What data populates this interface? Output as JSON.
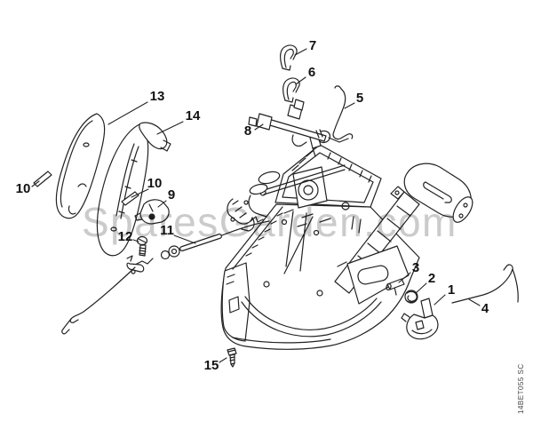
{
  "watermark": {
    "text": "SparesGarden.com",
    "color": "#cbcbcb"
  },
  "doc_code": "14BET055 SC",
  "colors": {
    "background": "#ffffff",
    "line": "#222222",
    "label": "#111111"
  },
  "callouts": [
    {
      "label": "7"
    },
    {
      "label": "6"
    },
    {
      "label": "5"
    },
    {
      "label": "8"
    },
    {
      "label": "13"
    },
    {
      "label": "14"
    },
    {
      "label": "10"
    },
    {
      "label": "10"
    },
    {
      "label": "9"
    },
    {
      "label": "12"
    },
    {
      "label": "11"
    },
    {
      "label": "3"
    },
    {
      "label": "2"
    },
    {
      "label": "1"
    },
    {
      "label": "4"
    },
    {
      "label": "15"
    }
  ]
}
